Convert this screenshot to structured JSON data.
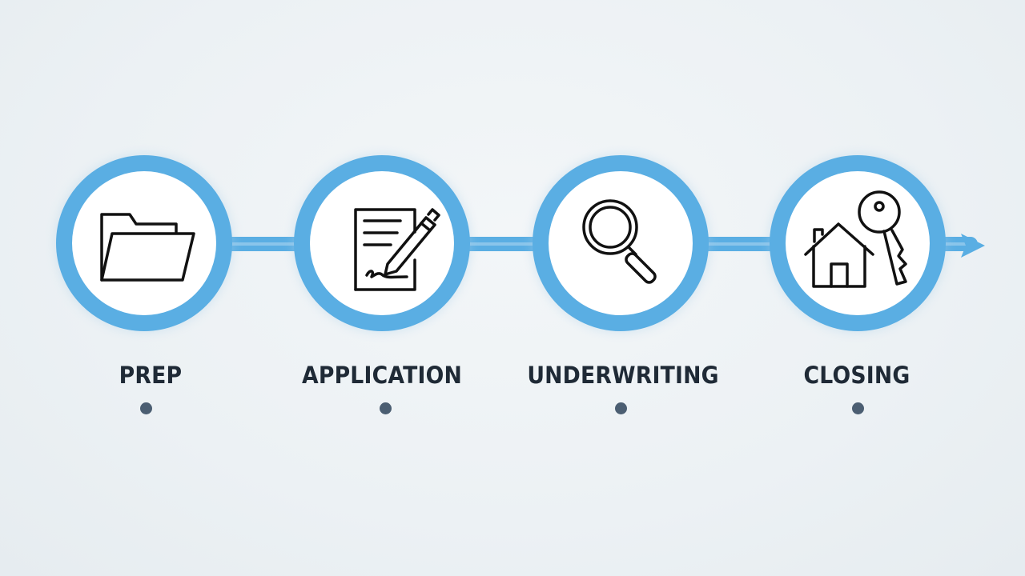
{
  "colors": {
    "background": "#eef2f5",
    "accent": "#5aaee3",
    "icon_stroke": "#111111",
    "label": "#1f2a36",
    "dot": "#4b5e72"
  },
  "steps": [
    {
      "label": "PREP",
      "icon": "folder-icon"
    },
    {
      "label": "APPLICATION",
      "icon": "signed-document-pen-icon"
    },
    {
      "label": "UNDERWRITING",
      "icon": "magnifying-glass-icon"
    },
    {
      "label": "CLOSING",
      "icon": "house-key-icon"
    }
  ]
}
